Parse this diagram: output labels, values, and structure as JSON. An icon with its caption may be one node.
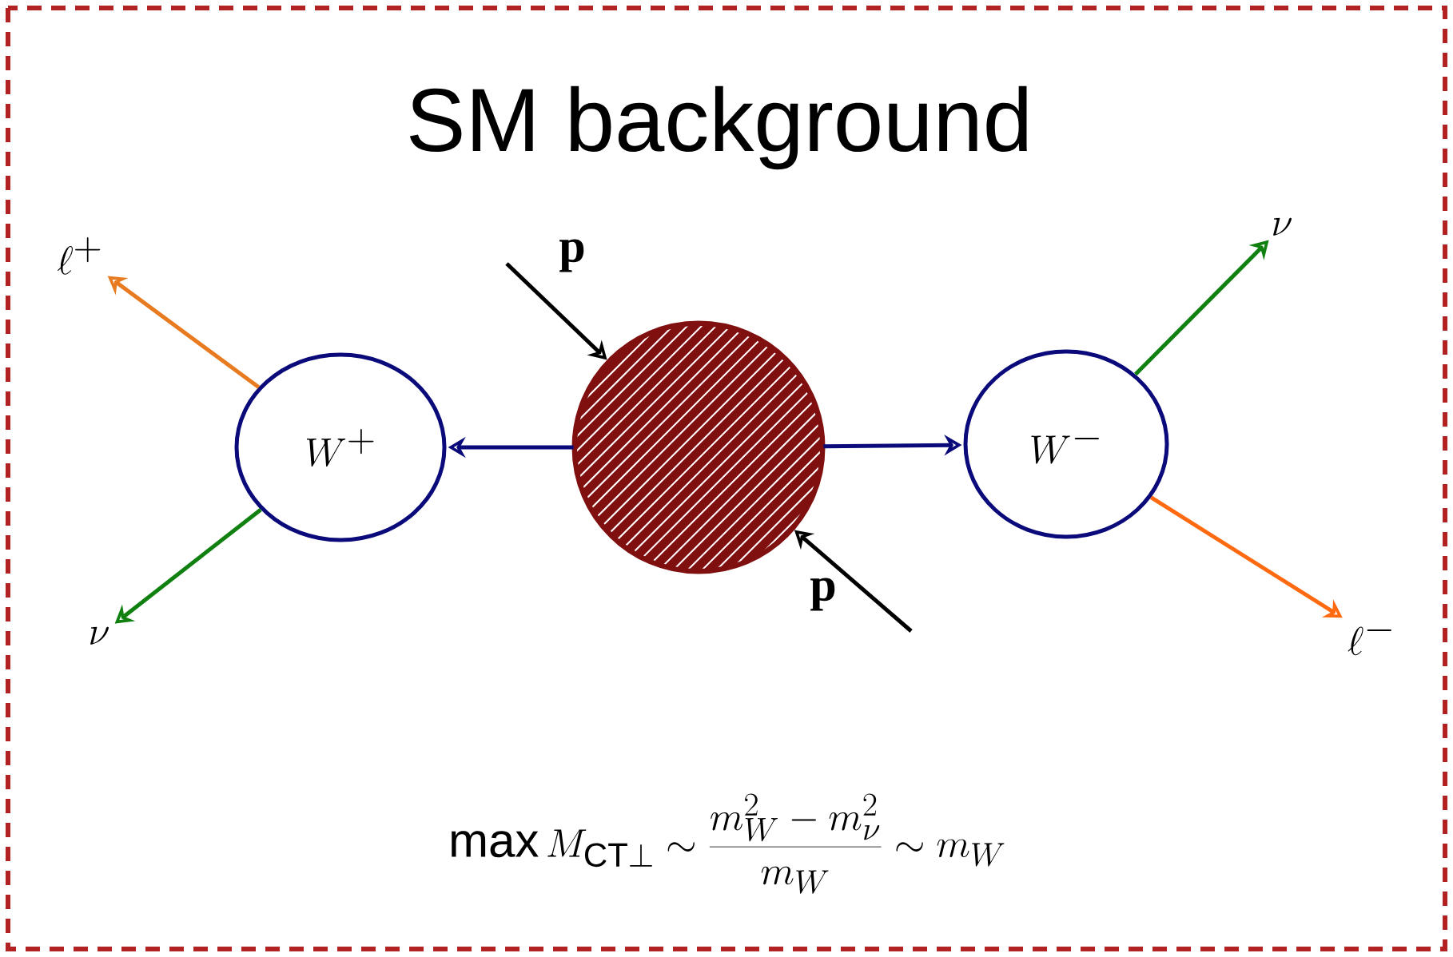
{
  "diagram": {
    "title": "SM background",
    "nodes": [
      {
        "text": [
          "W^+"
        ]
      },
      {
        "text": [],
        "shape": "circle"
      },
      {
        "text": [
          "W^-"
        ]
      },
      {
        "text": [
          "\\ell^+"
        ]
      },
      {
        "text": [
          "\\nu"
        ]
      },
      {
        "text": [
          "\\nu"
        ]
      },
      {
        "text": [
          "\\ell^-"
        ]
      }
    ],
    "edges": [
      {
        "from": 1,
        "to": 0,
        "arrow": "to",
        "color": "#0a0a7a"
      },
      {
        "from": 1,
        "to": 2,
        "arrow": "to",
        "color": "#0a0a7a"
      },
      {
        "from": 0,
        "to": 3,
        "arrow": "to",
        "color": "#e87a20"
      },
      {
        "from": 0,
        "to": 4,
        "arrow": "to",
        "color": "#108010"
      },
      {
        "from": 2,
        "to": 5,
        "arrow": "to",
        "color": "#108010"
      },
      {
        "from": 2,
        "to": 6,
        "arrow": "to",
        "color": "#ff6a10"
      },
      {
        "from": null,
        "to": 1,
        "arrow": "to",
        "label": "p",
        "color": "#000000"
      },
      {
        "from": null,
        "to": 1,
        "arrow": "to",
        "label": "p",
        "color": "#000000"
      }
    ],
    "labels": [
      "\\max M_{\\mathrm{CT}\\perp} \\sim \\frac{m_W^2 - m_\\nu^2}{m_W} \\sim m_W"
    ]
  }
}
